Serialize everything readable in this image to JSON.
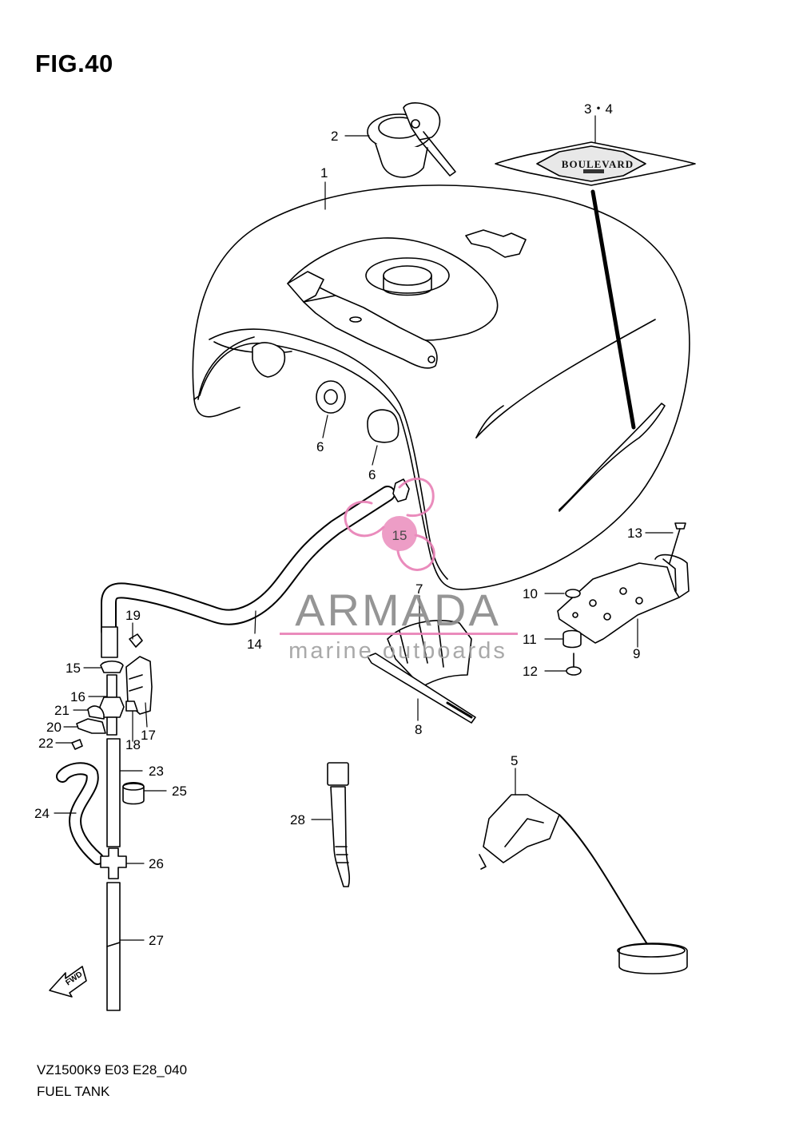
{
  "figure": {
    "title": "FIG.40",
    "model_code": "VZ1500K9 E03 E28_040",
    "name": "FUEL TANK"
  },
  "emblem_text": "BOULEVARD",
  "fwd_text": "FWD",
  "watermark": {
    "brand": "ARMADA",
    "tagline": "marine outboards",
    "badge_number": "15",
    "color_pink": "#e87fb5",
    "color_grey": "#8a8a8a"
  },
  "callouts": [
    {
      "id": "label-1",
      "text": "1"
    },
    {
      "id": "label-2",
      "text": "2"
    },
    {
      "id": "label-3-4",
      "text": "3・4"
    },
    {
      "id": "label-5",
      "text": "5"
    },
    {
      "id": "label-6a",
      "text": "6"
    },
    {
      "id": "label-6b",
      "text": "6"
    },
    {
      "id": "label-7",
      "text": "7"
    },
    {
      "id": "label-8",
      "text": "8"
    },
    {
      "id": "label-9",
      "text": "9"
    },
    {
      "id": "label-10",
      "text": "10"
    },
    {
      "id": "label-11",
      "text": "11"
    },
    {
      "id": "label-12",
      "text": "12"
    },
    {
      "id": "label-13",
      "text": "13"
    },
    {
      "id": "label-14",
      "text": "14"
    },
    {
      "id": "label-15a",
      "text": "15"
    },
    {
      "id": "label-16",
      "text": "16"
    },
    {
      "id": "label-17",
      "text": "17"
    },
    {
      "id": "label-18",
      "text": "18"
    },
    {
      "id": "label-19",
      "text": "19"
    },
    {
      "id": "label-20",
      "text": "20"
    },
    {
      "id": "label-21",
      "text": "21"
    },
    {
      "id": "label-22",
      "text": "22"
    },
    {
      "id": "label-23",
      "text": "23"
    },
    {
      "id": "label-24",
      "text": "24"
    },
    {
      "id": "label-25",
      "text": "25"
    },
    {
      "id": "label-26",
      "text": "26"
    },
    {
      "id": "label-27",
      "text": "27"
    },
    {
      "id": "label-28",
      "text": "28"
    }
  ]
}
